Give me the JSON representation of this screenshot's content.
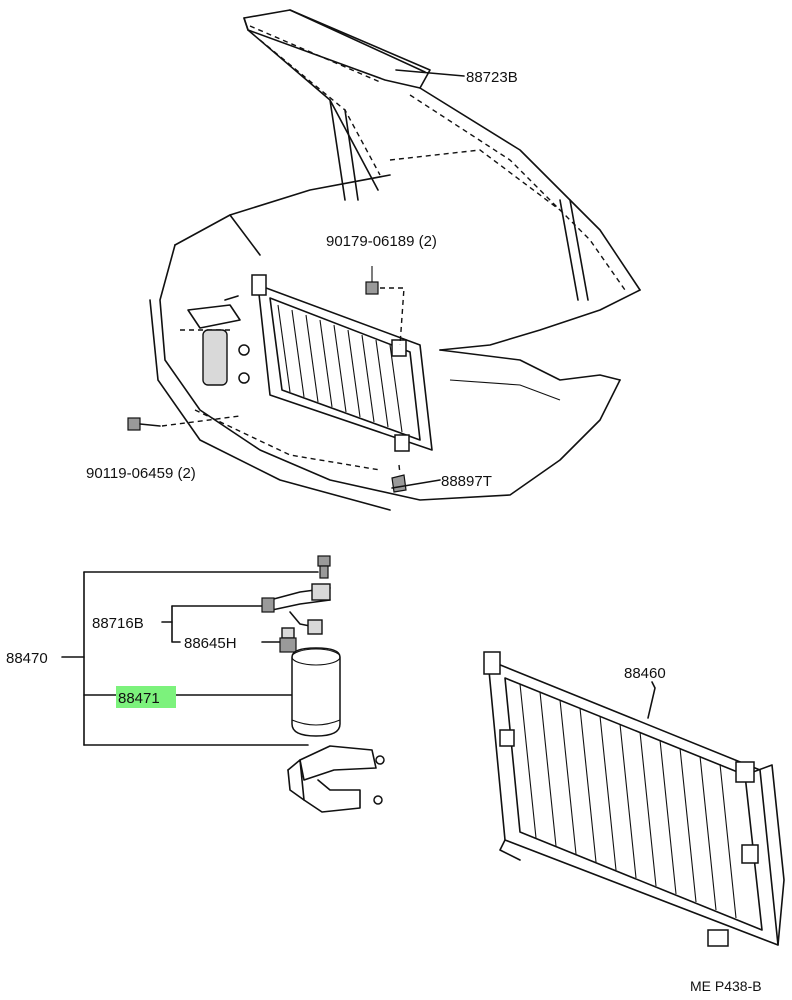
{
  "labels": {
    "hood_part": "88723B",
    "upper_bolt": "90179-06189 (2)",
    "lower_bolt": "90119-06459 (2)",
    "cushion": "88897T",
    "receiver_assembly": "88470",
    "bracket_tube": "88716B",
    "pressure_switch": "88645H",
    "receiver_dryer": "88471",
    "condenser": "88460",
    "page_code": "ME P438-B"
  },
  "colors": {
    "highlight": "#7cf27c",
    "line": "#111111"
  }
}
